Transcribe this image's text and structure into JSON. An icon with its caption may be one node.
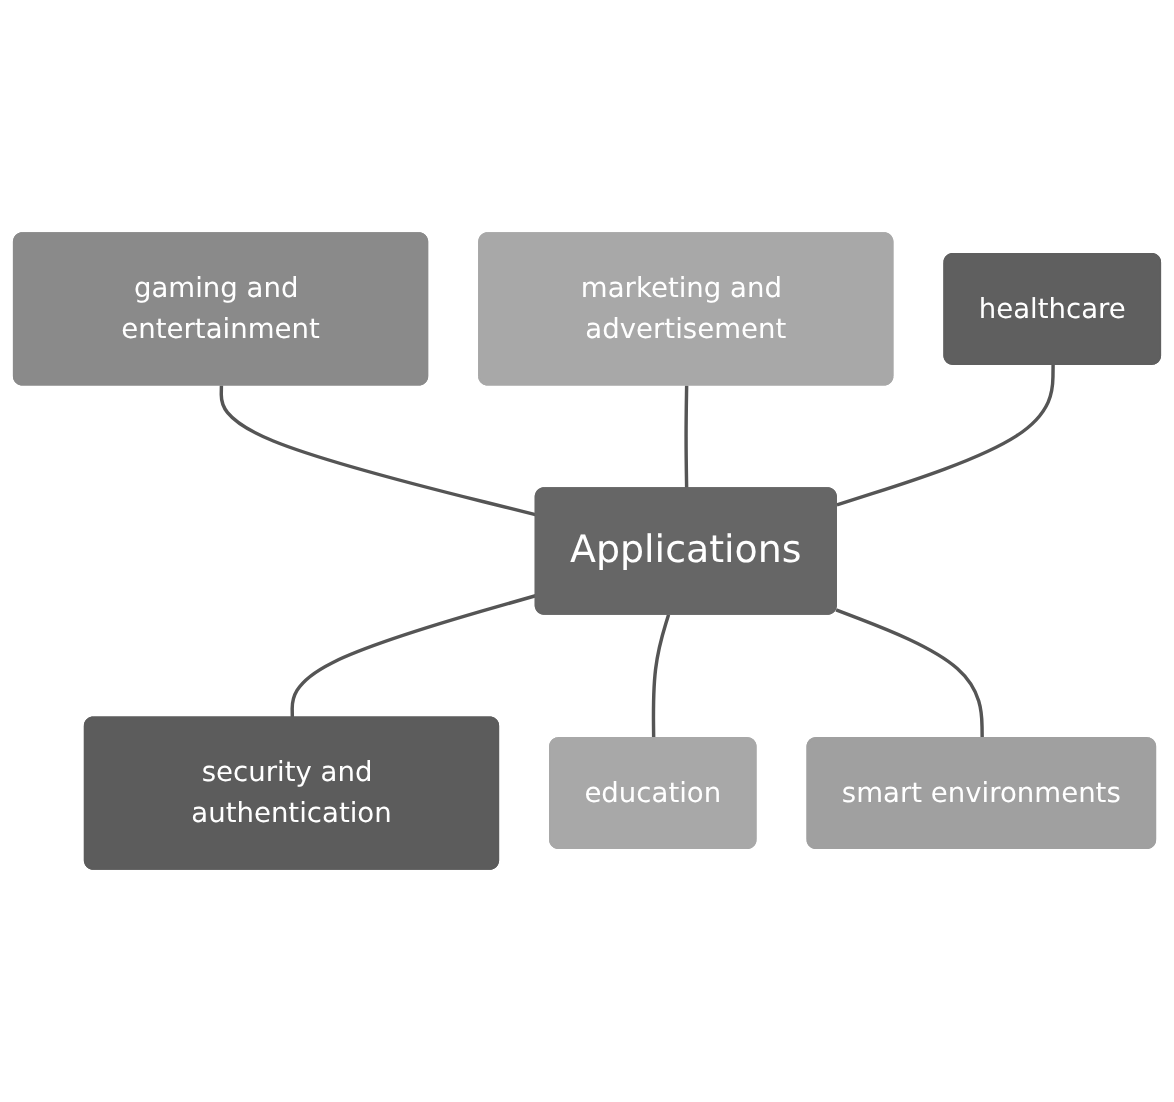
{
  "diagram": {
    "nodes": [
      {
        "text": [
          "Applications"
        ]
      },
      {
        "text": [
          "gaming and entertainment"
        ]
      },
      {
        "text": [
          "marketing and advertisement"
        ]
      },
      {
        "text": [
          "healthcare"
        ]
      },
      {
        "text": [
          "security and authentication"
        ]
      },
      {
        "text": [
          "education"
        ]
      },
      {
        "text": [
          "smart environments"
        ]
      }
    ],
    "edges": [
      {
        "from": 1,
        "to": 0,
        "arrow": "none"
      },
      {
        "from": 2,
        "to": 0,
        "arrow": "none"
      },
      {
        "from": 3,
        "to": 0,
        "arrow": "none"
      },
      {
        "from": 0,
        "to": 4,
        "arrow": "none"
      },
      {
        "from": 0,
        "to": 5,
        "arrow": "none"
      },
      {
        "from": 0,
        "to": 6,
        "arrow": "none"
      }
    ]
  }
}
